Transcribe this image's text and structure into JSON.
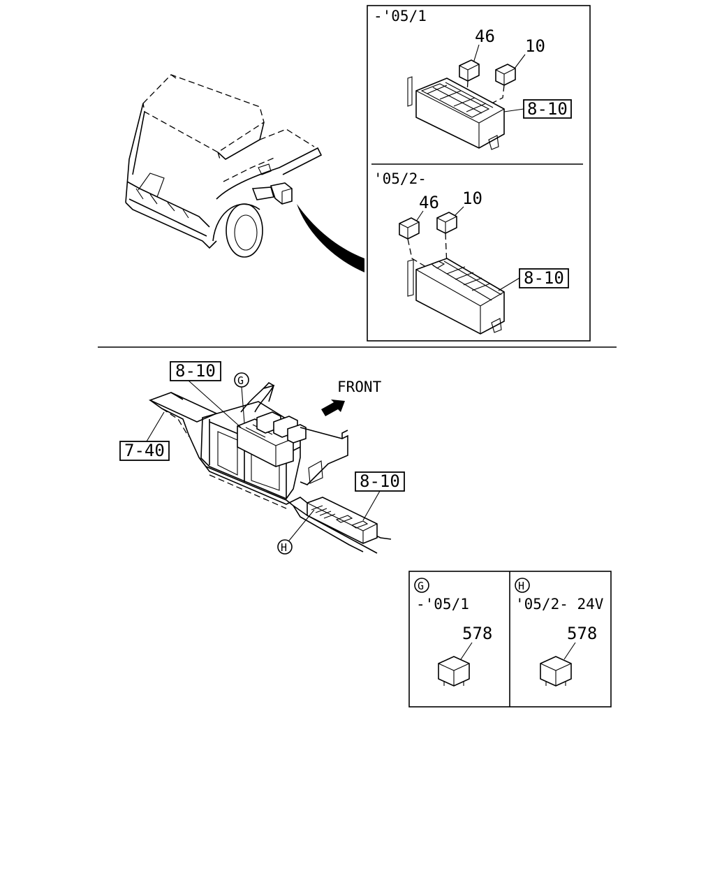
{
  "panels": {
    "upper": {
      "period": "-'05/1",
      "part_46": "46",
      "part_10": "10",
      "ref": "8-10"
    },
    "lower": {
      "period": "'05/2-",
      "part_46": "46",
      "part_10": "10",
      "ref": "8-10"
    }
  },
  "main": {
    "ref_top": "8-10",
    "ref_left": "7-40",
    "ref_right": "8-10",
    "front_label": "FRONT",
    "callout_g": "G",
    "callout_h": "H"
  },
  "details": {
    "g": {
      "letter": "G",
      "period": "-'05/1",
      "part": "578"
    },
    "h": {
      "letter": "H",
      "period": "'05/2- 24V",
      "part": "578"
    }
  }
}
